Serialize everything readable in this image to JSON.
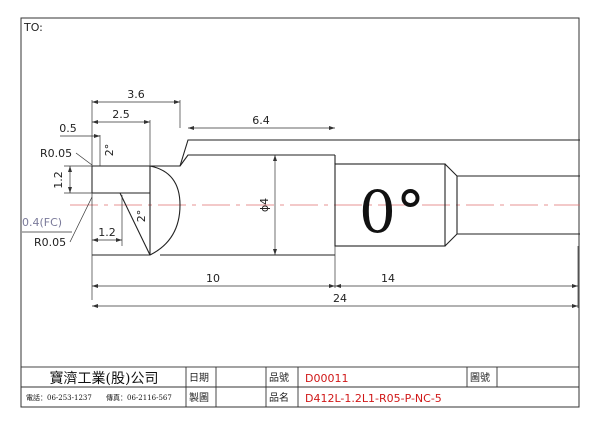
{
  "header": {
    "to_label": "TO:"
  },
  "dimensions": {
    "overall_length": "24",
    "neck_length": "10",
    "shank_length": "14",
    "step_length": "6.4",
    "head_length": "3.6",
    "tip_length": "2.5",
    "tip_offset": "0.5",
    "tip_height": "1.2",
    "bottom_width": "1.2",
    "radius_top": "R0.05",
    "radius_bottom": "R0.05",
    "flute_label": "0.4(FC)",
    "angle_top": "2°",
    "angle_bottom": "2°",
    "neck_diameter": "ϕ4",
    "shank_marking": "0°"
  },
  "title_block": {
    "company": "寶濟工業(股)公司",
    "phone": "電話：06-253-1237",
    "fax": "傳真：06-2116-567",
    "date_label": "日期",
    "draft_label": "製圖",
    "part_no_label": "品號",
    "part_no_value": "D00011",
    "part_name_label": "品名",
    "part_name_value": "D412L-1.2L1-R05-P-NC-5",
    "drawing_no_label": "圖號"
  }
}
